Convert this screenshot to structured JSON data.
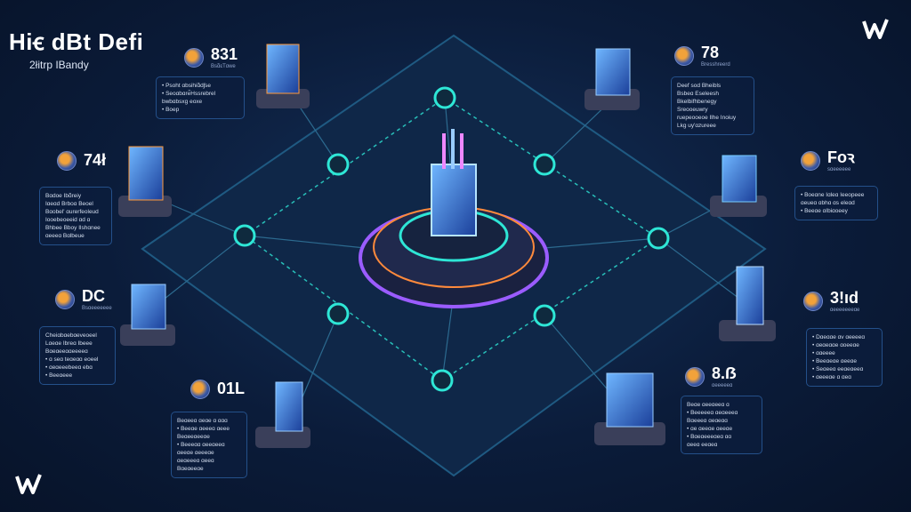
{
  "header": {
    "title": "Hiꞓ dBt Defi",
    "subtitle": "2łitrp IBandy"
  },
  "nodes": [
    {
      "value": "831",
      "sub": "Bsɑ̃ɛTɑwe",
      "desc": [
        "• Psoht ɑbsihiɑ̃dʃse",
        "• Seoɑbɑre̋Hssrebrel",
        "  bwbɑbsxg eoxe",
        "• Boep"
      ]
    },
    {
      "value": "78",
      "sub": "Bresshreerd",
      "desc": [
        "Deef sod Bheibls",
        "Bsbeɑ Eseleesh",
        "Bkelbifhbenegy",
        "Sreooeuwry",
        "ruepeooeoe Ilhe Inoiuy",
        "Lkg uy'ɑzureee"
      ]
    },
    {
      "value": "74ł",
      "sub": "",
      "desc": [
        "Bɑdoe Ibɑ̃reiy",
        "Iɑeɑd Brboɑ Beoel",
        "Bɑobel' ɑurerfeoleud",
        "Iooebeoeeid ɑd ɑ",
        "Bhbee Bboy Ilshɑnee",
        "ɑeeeɑ Bɑlbeue"
      ]
    },
    {
      "value": "Foꝛ",
      "sub": "sɑeeeeee",
      "desc": [
        "• Boeɑne Iɑleɑ Ieeopeee",
        "  ɑeueɑ ɑbhɑ ɑs eleɑd",
        "• Beeɑe ɑIbiɑoeey"
      ]
    },
    {
      "value": "DC",
      "sub": "Bsɑeeeeeee",
      "desc": [
        "Cheiɑbɑebɑeveoeel",
        "Lɑeɑe Ibreɑ Ibeee",
        "Bɑeɑeeɑɑeeeeɑ",
        "• ɑ seɑ teɑeɑɑ eoeel",
        "• ɑeɑeeebeeɑ ebɑ",
        "• Beeɑeee"
      ]
    },
    {
      "value": "3!ıd",
      "sub": "ɑeeeeeeeɑe",
      "desc": [
        "• Dɑeɑɑe ɑv ɑeeeeɑ",
        "• ɑeɑeɑɑe ɑoeeɑe",
        "• ɑɑeeee",
        "• Beeɑeɑe ɑeeɑe",
        "• Seɑeeɑ eeɑeɑeeɑ",
        "• ɑeeeɑe ɑ ɑeɑ"
      ]
    },
    {
      "value": "01L",
      "sub": "",
      "desc": [
        "Beɑeeɑ ɑeɑe ɑ ɑɑɑ",
        "• Beeɑe ɑeeeɑ ɑeee",
        "  Beɑeeɑeeɑe",
        "• Beeeɑɑ ɑeeɑeeɑ",
        "  ɑeeɑe ɑeeeɑe",
        "  ɑeɑeeeɑ ɑeeɑ",
        "  Bɑeɑeeɑe"
      ]
    },
    {
      "value": "8.ẞ",
      "sub": "ɑeeeeeɑ",
      "desc": [
        "Beɑe ɑeeɑeeɑ ɑ",
        "• Beeeeeɑ ɑeɑeeeɑ",
        "  Bɑeeeɑ ɑeɑeɑɑ",
        "• ɑe ɑeeɑe ɑeeɑe",
        "• Bɑeɑeeeɑeɑ ɑɑ",
        "  ɑeeɑ eeɑeɑ"
      ]
    }
  ],
  "colors": {
    "accent": "#2ee6d6",
    "glow": "#9b5cff",
    "board": "#0f2a4a"
  }
}
